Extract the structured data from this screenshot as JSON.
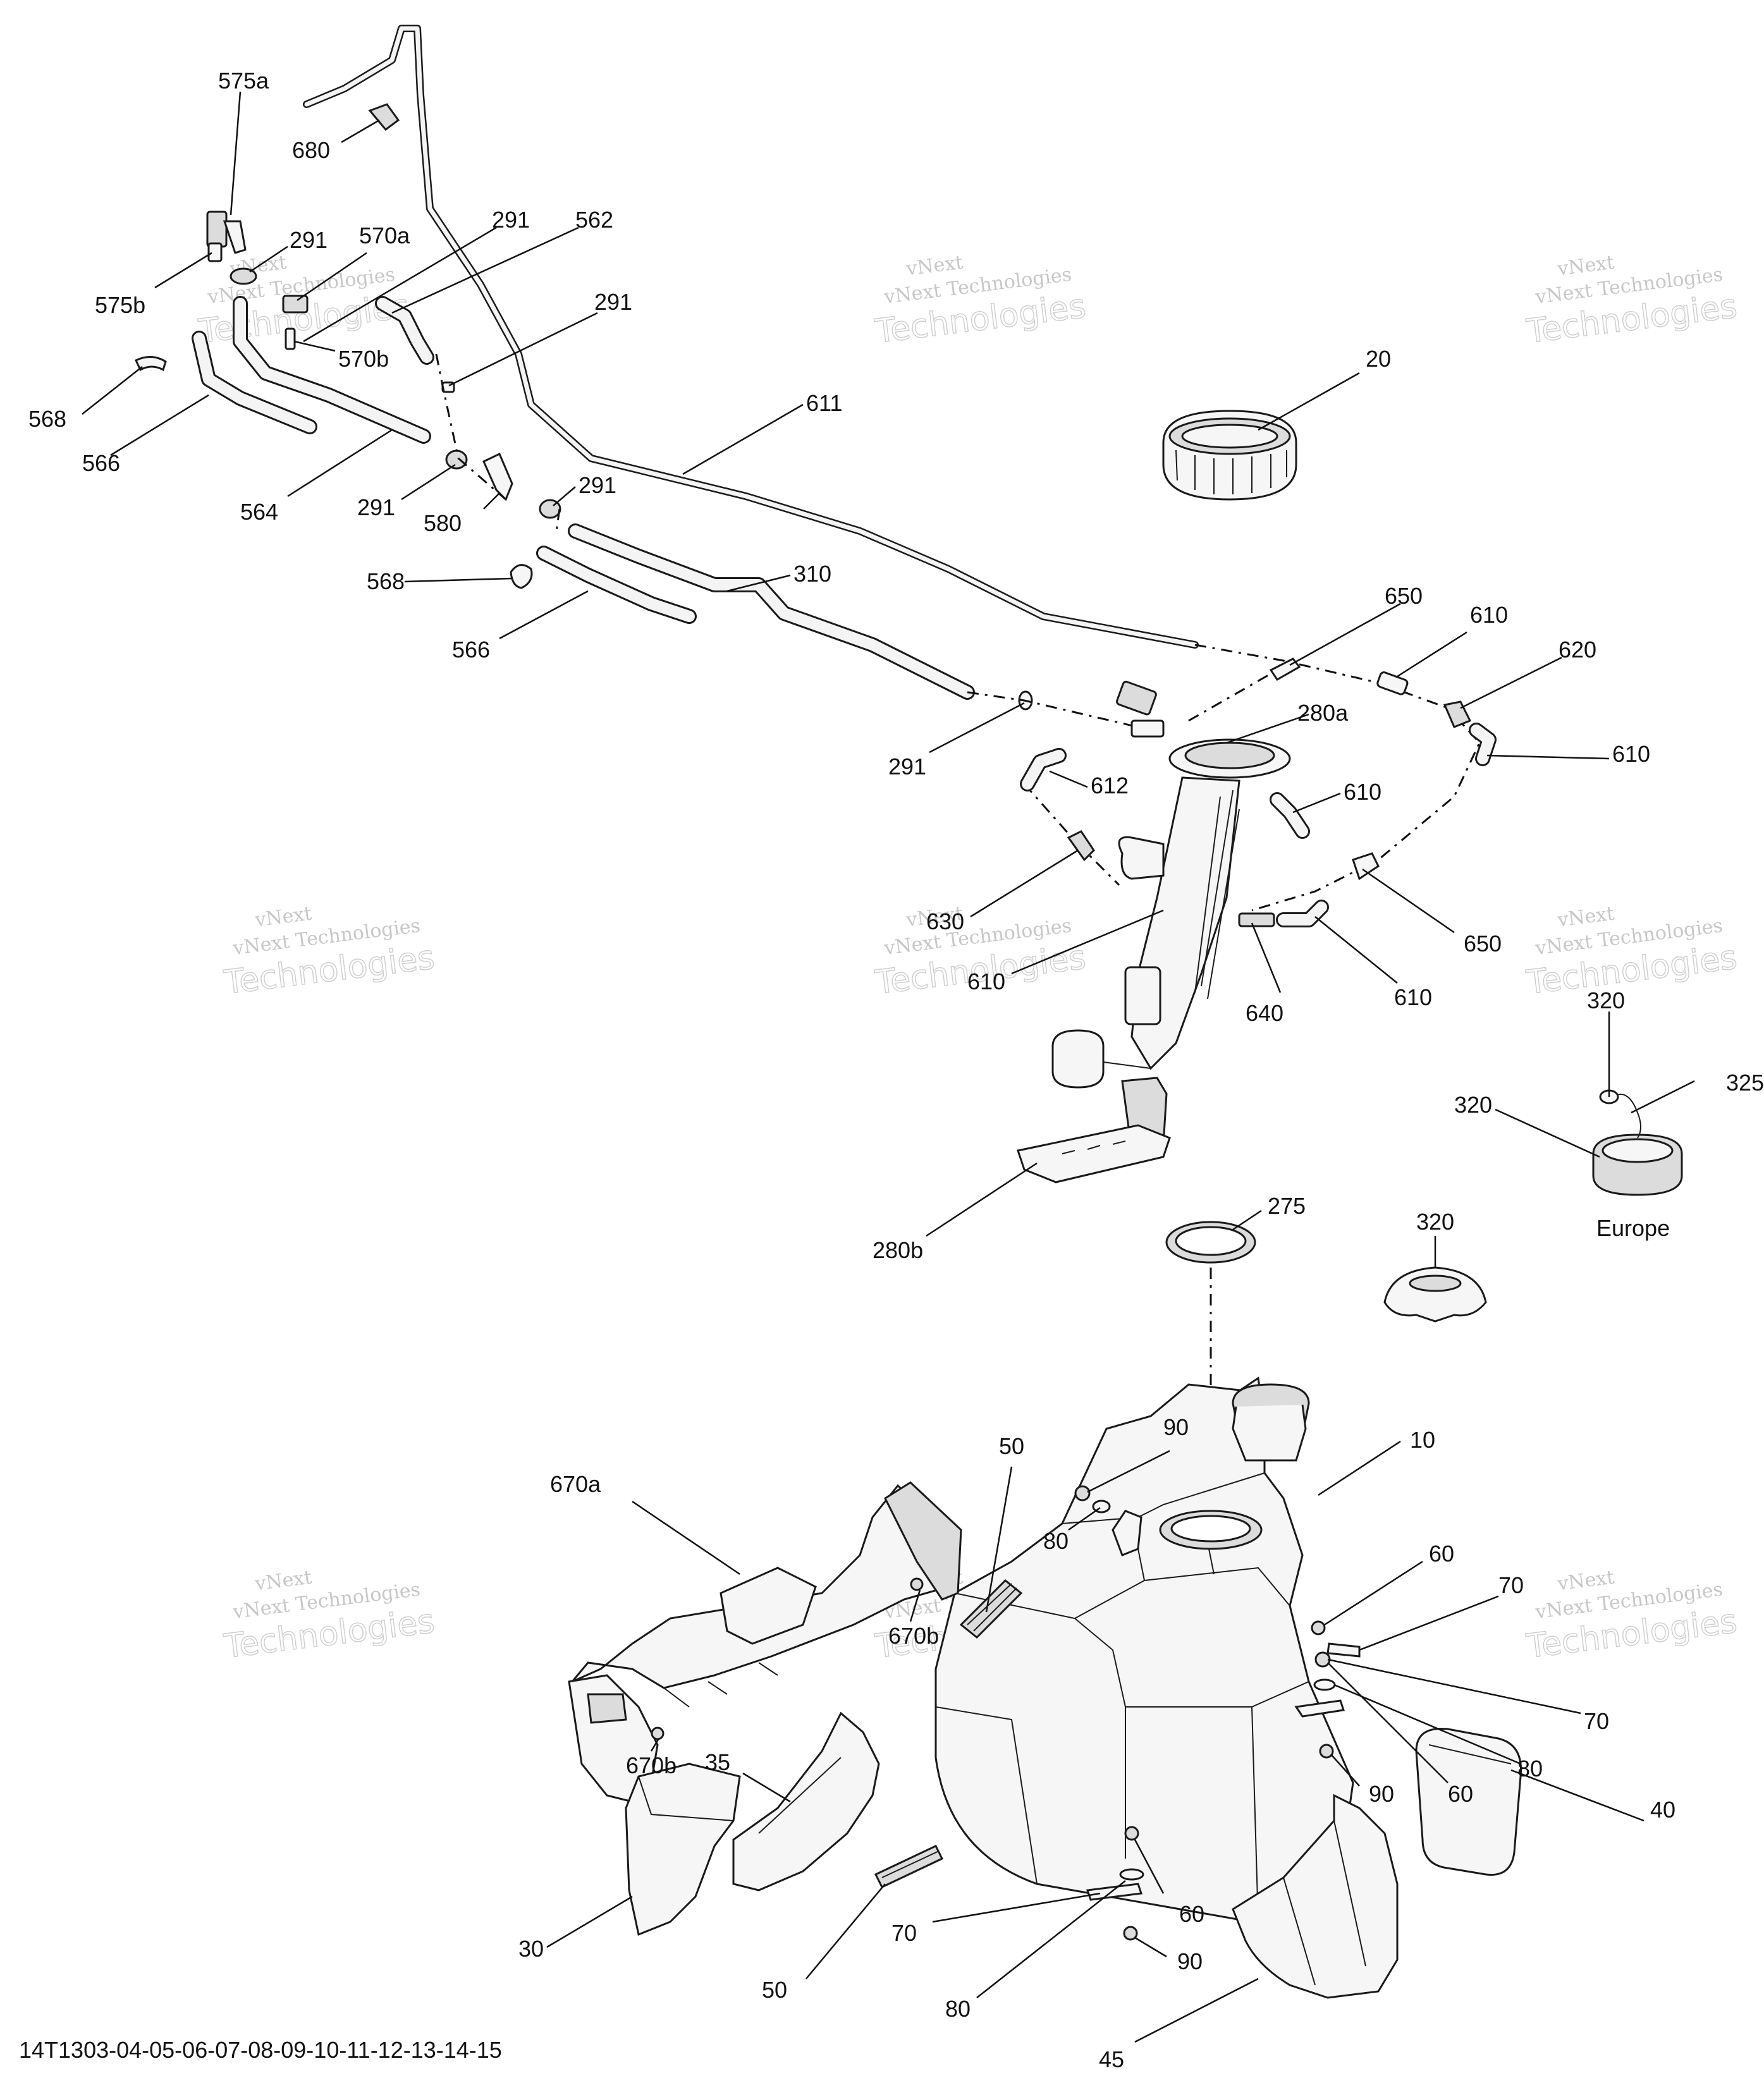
{
  "callouts": {
    "c575a": "575a",
    "c680": "680",
    "c291_a": "291",
    "c570a": "570a",
    "c291_b": "291",
    "c562": "562",
    "c575b": "575b",
    "c570b": "570b",
    "c291_c": "291",
    "c568_a": "568",
    "c566_a": "566",
    "c564": "564",
    "c291_d": "291",
    "c580": "580",
    "c291_e": "291",
    "c611": "611",
    "c20": "20",
    "c568_b": "568",
    "c310": "310",
    "c566_b": "566",
    "c650_a": "650",
    "c610_a": "610",
    "c620": "620",
    "c280a": "280a",
    "c610_b": "610",
    "c291_f": "291",
    "c612": "612",
    "c610_c": "610",
    "c630": "630",
    "c610_d": "610",
    "c650_b": "650",
    "c640": "640",
    "c610_e": "610",
    "c320_a": "320",
    "c325": "325",
    "c320_b": "320",
    "c280b": "280b",
    "c275": "275",
    "c320_c": "320",
    "c10": "10",
    "c90_a": "90",
    "c50_a": "50",
    "c80_a": "80",
    "c670a": "670a",
    "c60_a": "60",
    "c70_a": "70",
    "c670b_a": "670b",
    "c70_b": "70",
    "c80_b": "80",
    "c60_b": "60",
    "c90_b": "90",
    "c35": "35",
    "c670b_b": "670b",
    "c40": "40",
    "c30": "30",
    "c60_c": "60",
    "c70_c": "70",
    "c90_c": "90",
    "c50_b": "50",
    "c80_c": "80",
    "c45": "45"
  },
  "region_label": "Europe",
  "footer_code": "14T1303-04-05-06-07-08-09-10-11-12-13-14-15",
  "watermark": {
    "line1": "vNext Technologies",
    "line2a": "vNext",
    "line2b": "Technologies"
  }
}
